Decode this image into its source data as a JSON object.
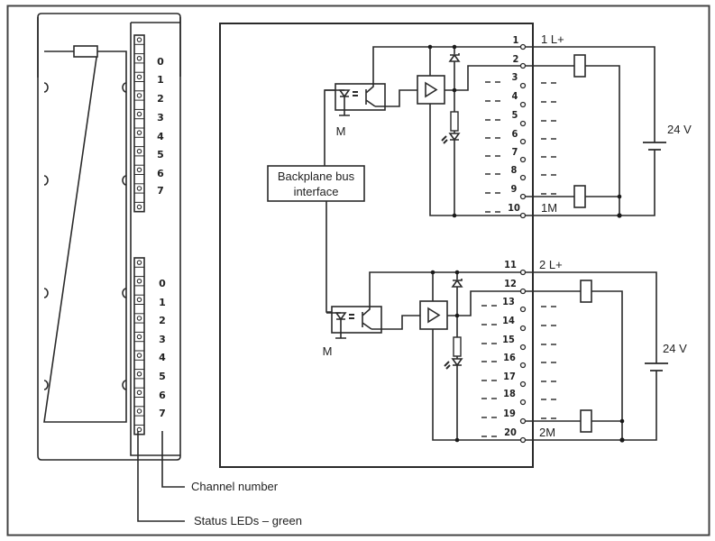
{
  "diagram": {
    "title": "Digital output module wiring diagram",
    "labels": {
      "backplane_bus_line1": "Backplane bus",
      "backplane_bus_line2": "interface",
      "ground_upper": "M",
      "ground_lower": "M",
      "supply_group1": "1 L+",
      "ground_group1": "1M",
      "supply_group2": "2 L+",
      "ground_group2": "2M",
      "voltage_group1": "24 V",
      "voltage_group2": "24 V",
      "callout_channel_number": "Channel number",
      "callout_status_leds": "Status LEDs – green"
    },
    "channel_numbers_upper": [
      "0",
      "1",
      "2",
      "3",
      "4",
      "5",
      "6",
      "7"
    ],
    "channel_numbers_lower": [
      "0",
      "1",
      "2",
      "3",
      "4",
      "5",
      "6",
      "7"
    ],
    "terminals_group1": [
      "1",
      "2",
      "3",
      "4",
      "5",
      "6",
      "7",
      "8",
      "9",
      "10"
    ],
    "terminals_group2": [
      "11",
      "12",
      "13",
      "14",
      "15",
      "16",
      "17",
      "18",
      "19",
      "20"
    ]
  }
}
